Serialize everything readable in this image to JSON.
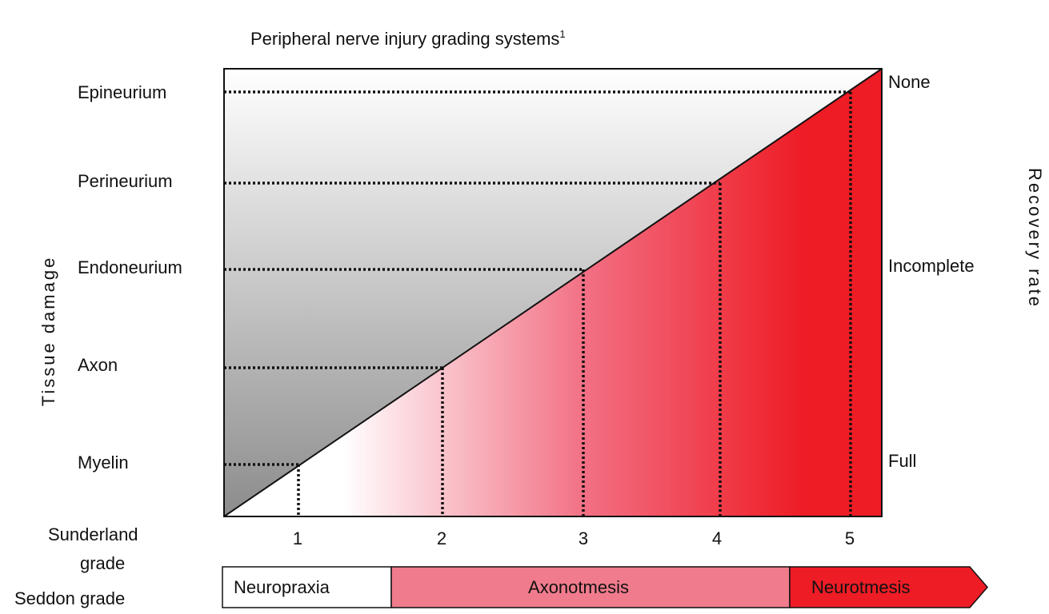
{
  "title": "Peripheral nerve injury grading systems",
  "title_superscript": "1",
  "left_axis": {
    "label": "Tissue damage",
    "levels": [
      "Myelin",
      "Axon",
      "Endoneurium",
      "Perineurium",
      "Epineurium"
    ]
  },
  "right_axis": {
    "label": "Recovery rate",
    "levels": [
      {
        "label": "Full"
      },
      {
        "label": "Incomplete"
      },
      {
        "label": "None"
      }
    ]
  },
  "sunderland": {
    "label_line1": "Sunderland",
    "label_line2": "grade",
    "grades": [
      "1",
      "2",
      "3",
      "4",
      "5"
    ]
  },
  "seddon": {
    "label": "Seddon grade",
    "segments": [
      {
        "label": "Neuropraxia",
        "color": "#ffffff"
      },
      {
        "label": "Axonotmesis",
        "color": "#f07b8c"
      },
      {
        "label": "Neurotmesis",
        "color": "#ee1c25"
      }
    ]
  },
  "colors": {
    "gradient_gray_top": "#ffffff",
    "gradient_gray_bottom": "#8c8c8c",
    "gradient_red_start": "#ffffff",
    "gradient_red_end": "#ee1c25",
    "border": "#111111"
  }
}
